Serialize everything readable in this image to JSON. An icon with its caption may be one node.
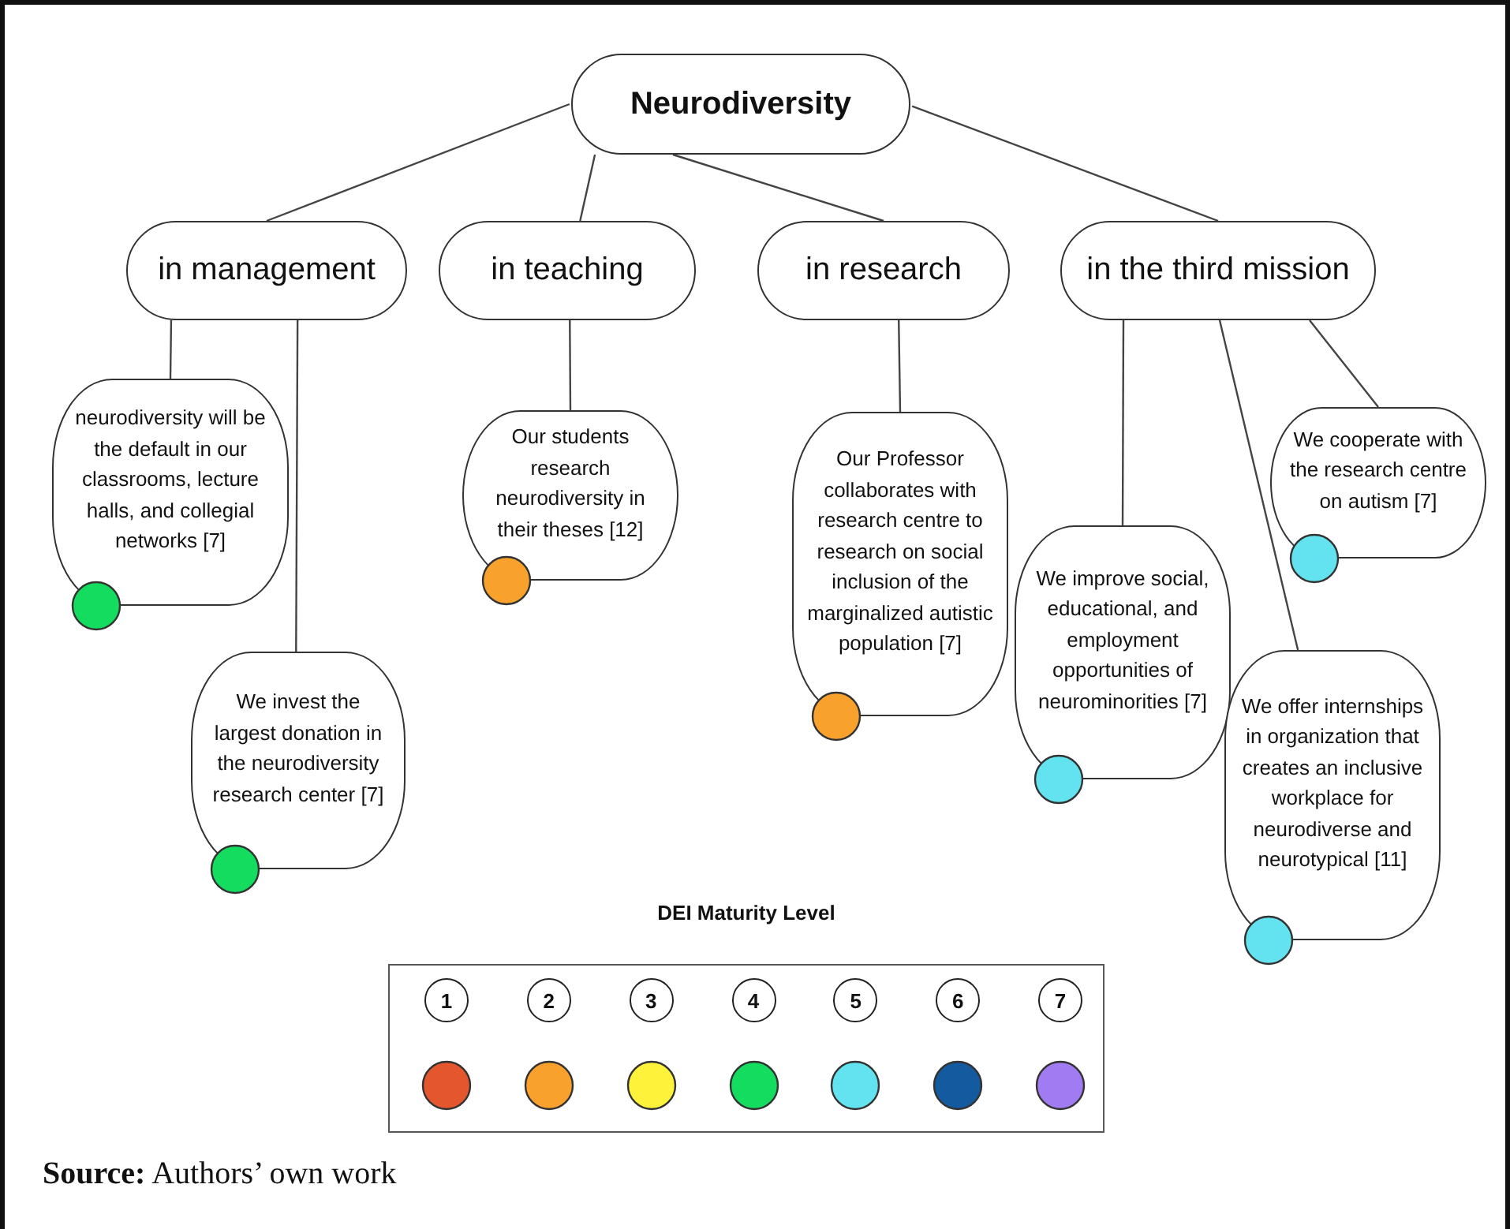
{
  "diagram": {
    "caption": "**Source:** Authors’ own work",
    "nodes": [
      {
        "text": [
          "Neurodiversity"
        ]
      },
      {
        "text": [
          "in management"
        ]
      },
      {
        "text": [
          "in teaching"
        ]
      },
      {
        "text": [
          "in research"
        ]
      },
      {
        "text": [
          "in the third mission"
        ]
      },
      {
        "text": [
          "neurodiversity will be the default in our classrooms, lecture halls, and collegial networks [7]"
        ]
      },
      {
        "text": [
          "We invest the largest donation in the neurodiversity research center [7]"
        ]
      },
      {
        "text": [
          "Our students research neurodiversity in their theses [12]"
        ]
      },
      {
        "text": [
          "Our Professor collaborates with research centre to research on social inclusion of the marginalized autistic population [7]"
        ]
      },
      {
        "text": [
          "We improve social, educational, and employment opportunities of neurominorities [7]"
        ]
      },
      {
        "text": [
          "We offer internships in organization that creates an inclusive workplace for neurodiverse and neurotypical [11]"
        ]
      },
      {
        "text": [
          "We cooperate with the research centre on autism [7]"
        ]
      }
    ],
    "edges": [
      {
        "from": 0,
        "to": 1,
        "arrow": "none"
      },
      {
        "from": 0,
        "to": 2,
        "arrow": "none"
      },
      {
        "from": 0,
        "to": 3,
        "arrow": "none"
      },
      {
        "from": 0,
        "to": 4,
        "arrow": "none"
      },
      {
        "from": 1,
        "to": 5,
        "arrow": "none"
      },
      {
        "from": 1,
        "to": 6,
        "arrow": "none"
      },
      {
        "from": 2,
        "to": 7,
        "arrow": "none"
      },
      {
        "from": 3,
        "to": 8,
        "arrow": "none"
      },
      {
        "from": 4,
        "to": 9,
        "arrow": "none"
      },
      {
        "from": 4,
        "to": 10,
        "arrow": "none"
      },
      {
        "from": 4,
        "to": 11,
        "arrow": "none"
      }
    ],
    "labels": [
      "DEI Maturity Level"
    ],
    "legend": [
      {
        "text": "1",
        "color": "#e4572e"
      },
      {
        "text": "2",
        "color": "#f9a12d"
      },
      {
        "text": "3",
        "color": "#fff23a"
      },
      {
        "text": "4",
        "color": "#14dc5e"
      },
      {
        "text": "5",
        "color": "#63e3f0"
      },
      {
        "text": "6",
        "color": "#145a9e"
      },
      {
        "text": "7",
        "color": "#a17bf2"
      }
    ]
  }
}
